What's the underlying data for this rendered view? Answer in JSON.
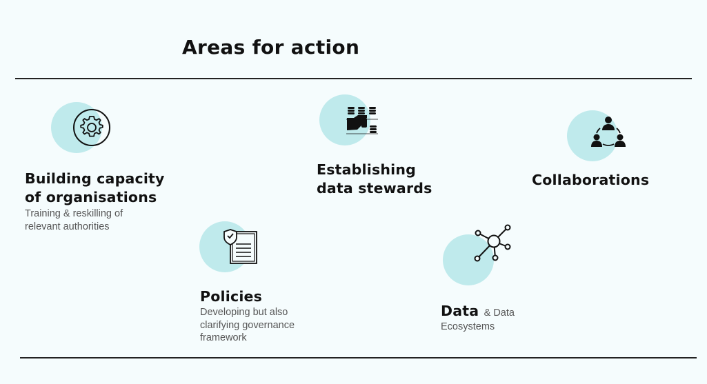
{
  "title": "Areas for action",
  "colors": {
    "accent_circle": "#bfeaec",
    "text": "#111111",
    "subtext": "#555555",
    "background": "#f5fcfd"
  },
  "areas": [
    {
      "icon": "gear-icon",
      "heading_lines": [
        "Building capacity",
        "of organisations"
      ],
      "sub_lines": [
        "Training & reskilling of",
        "relevant authorities"
      ]
    },
    {
      "icon": "policy-document-icon",
      "heading_lines": [
        "Policies"
      ],
      "sub_lines": [
        "Developing but also",
        "clarifying governance",
        "framework"
      ]
    },
    {
      "icon": "data-steward-icon",
      "heading_lines": [
        "Establishing",
        "data stewards"
      ],
      "sub_lines": []
    },
    {
      "icon": "network-icon",
      "heading_main": "Data",
      "heading_inline": "& Data",
      "sub_lines": [
        "Ecosystems"
      ]
    },
    {
      "icon": "collaboration-icon",
      "heading_lines": [
        "Collaborations"
      ],
      "sub_lines": []
    }
  ]
}
